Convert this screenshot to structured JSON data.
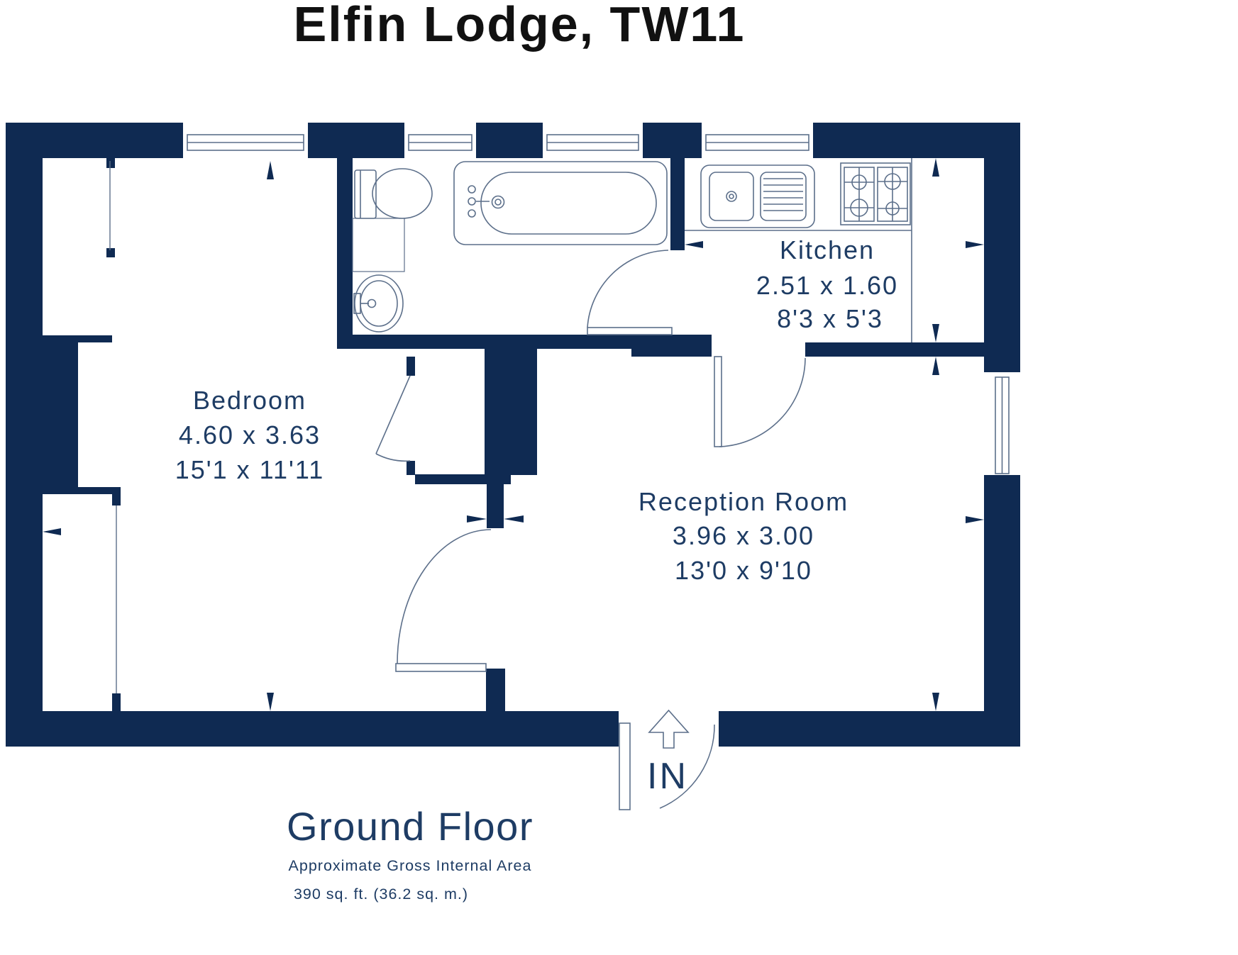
{
  "title": "Elfin Lodge, TW11",
  "floor": {
    "name": "Ground Floor",
    "area_note": "Approximate Gross Internal Area",
    "area_value": "390 sq. ft. (36.2 sq. m.)"
  },
  "entrance": {
    "label": "IN"
  },
  "rooms": [
    {
      "name": "Bedroom",
      "metric": "4.60 x 3.63",
      "imperial": "15'1 x 11'11"
    },
    {
      "name": "Kitchen",
      "metric": "2.51 x 1.60",
      "imperial": "8'3 x 5'3"
    },
    {
      "name": "Reception Room",
      "metric": "3.96 x 3.00",
      "imperial": "13'0 x 9'10"
    }
  ],
  "colors": {
    "wall": "#0f2a52",
    "label": "#1e3c64",
    "fixture": "#5c6f8a",
    "title": "#111111"
  }
}
